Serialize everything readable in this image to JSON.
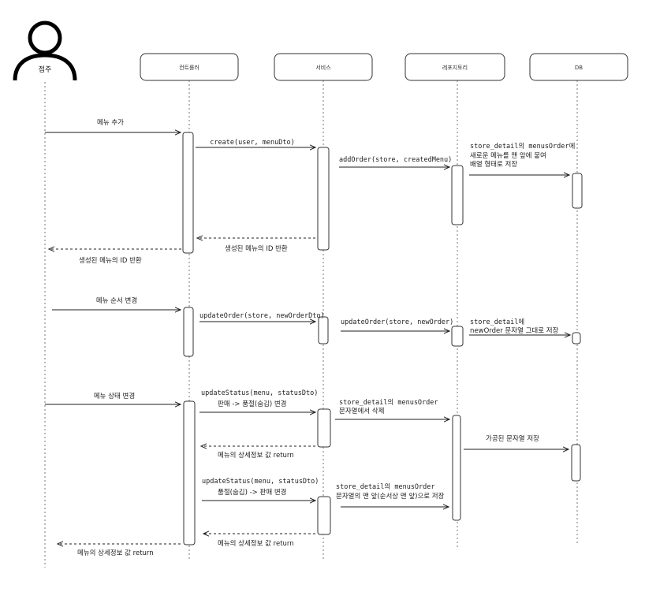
{
  "actor": {
    "label": "점주",
    "icon": "user-icon"
  },
  "participants": [
    {
      "id": "controller",
      "label": "컨트롤러"
    },
    {
      "id": "service",
      "label": "서비스"
    },
    {
      "id": "repository",
      "label": "레포지토리"
    },
    {
      "id": "db",
      "label": "DB"
    }
  ],
  "messages": {
    "m1": "메뉴 추가",
    "m2": "create(user, menuDto)",
    "m3": "addOrder(store, createdMenu)",
    "m4a": "store_detail의 menusOrder에",
    "m4b": "새로운 메뉴를 맨 앞에 붙여",
    "m4c": "배열 형태로 저장",
    "m5": "생성된 메뉴의 ID 반환",
    "m6": "생성된 메뉴의 ID 반환",
    "m7": "메뉴 순서 변경",
    "m8": "updateOrder(store, newOrderDto)",
    "m9": "updateOrder(store, newOrder)",
    "m10a": "store_detail에",
    "m10b": "newOrder 문자열 그대로 저장",
    "m11": "메뉴 상태 변경",
    "m12a": "updateStatus(menu, statusDto)",
    "m12b": "판매 -> 품절(숨김) 변경",
    "m13a": "store_detail의 menusOrder",
    "m13b": "문자열에서 삭제",
    "m14": "메뉴의 상세정보 값 return",
    "m15": "가공된 문자열 저장",
    "m16a": "updateStatus(menu, statusDto)",
    "m16b": "품절(숨김) -> 판매 변경",
    "m17a": "store_detail의 menusOrder",
    "m17b": "문자열의 맨 앞(순서상 맨 앞)으로 저장",
    "m18": "메뉴의 상세정보 값 return",
    "m19": "메뉴의 상세정보 값 return"
  }
}
